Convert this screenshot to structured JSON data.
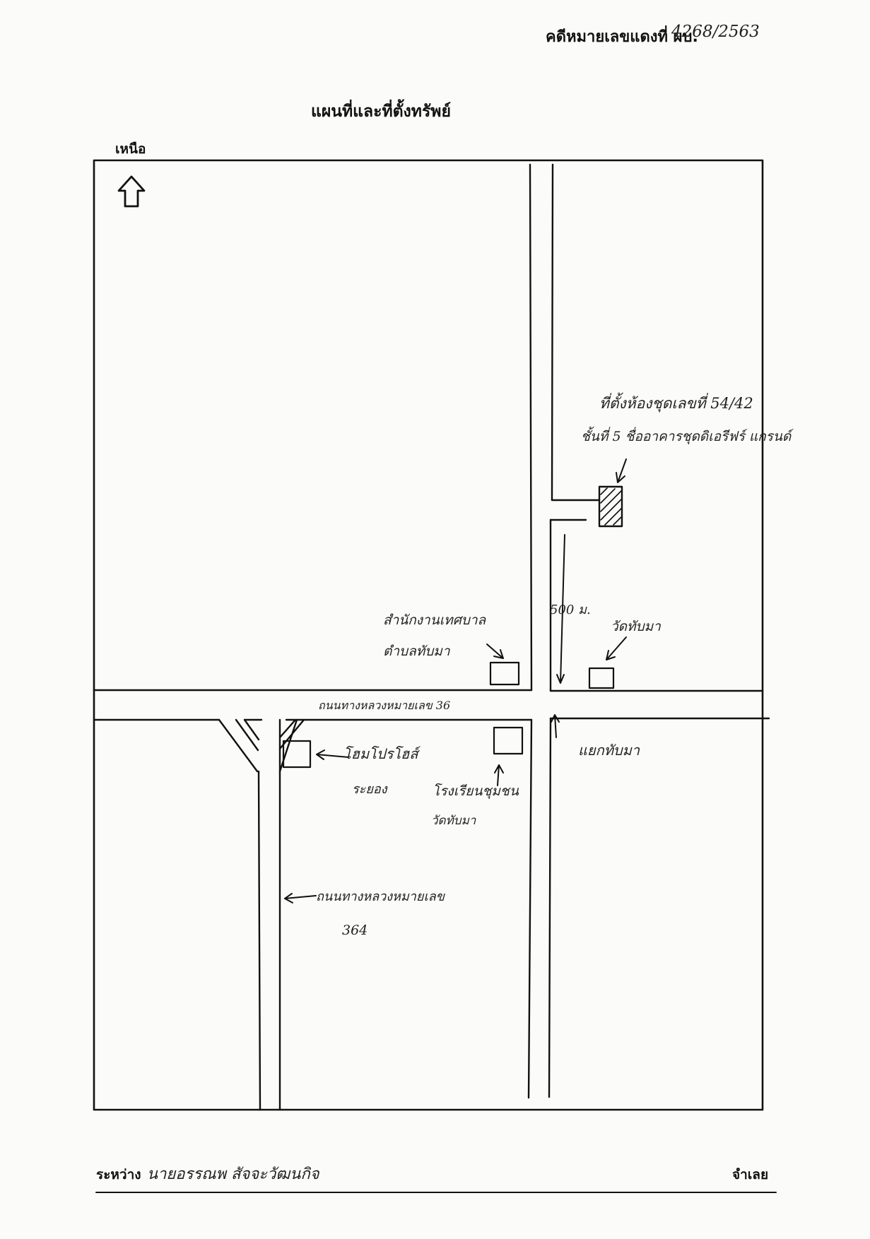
{
  "header": {
    "case_label": "คดีหมายเลขแดงที่ ผบ.",
    "case_number": "4268/2563"
  },
  "map": {
    "title": "แผนที่และที่ตั้งทรัพย์",
    "north_label": "เหนือ"
  },
  "annotations": {
    "property_line1": "ที่ตั้งห้องชุดเลขที่ 54/42",
    "property_line2": "ชั้นที่ 5 ชื่ออาคารชุดดิเอรีฟร์ แกรนด์",
    "distance": "500 ม.",
    "municipal_office_line1": "สำนักงานเทศบาล",
    "municipal_office_line2": "ตำบลทับมา",
    "temple": "วัดทับมา",
    "highway_36": "ถนนทางหลวงหมายเลข 36",
    "home_store_line1": "โฮมโปรโฮส์",
    "home_store_line2": "ระยอง",
    "school_line1": "โรงเรียนชุมชน",
    "school_line2": "วัดทับมา",
    "junction": "แยกทับมา",
    "highway_364_line1": "ถนนทางหลวงหมายเลข",
    "highway_364_line2": "364"
  },
  "footer": {
    "between_label": "ระหว่าง",
    "parties_handwritten": "นายอรรณพ สัจจะวัฒนกิจ",
    "defendant_label": "จำเลย"
  }
}
